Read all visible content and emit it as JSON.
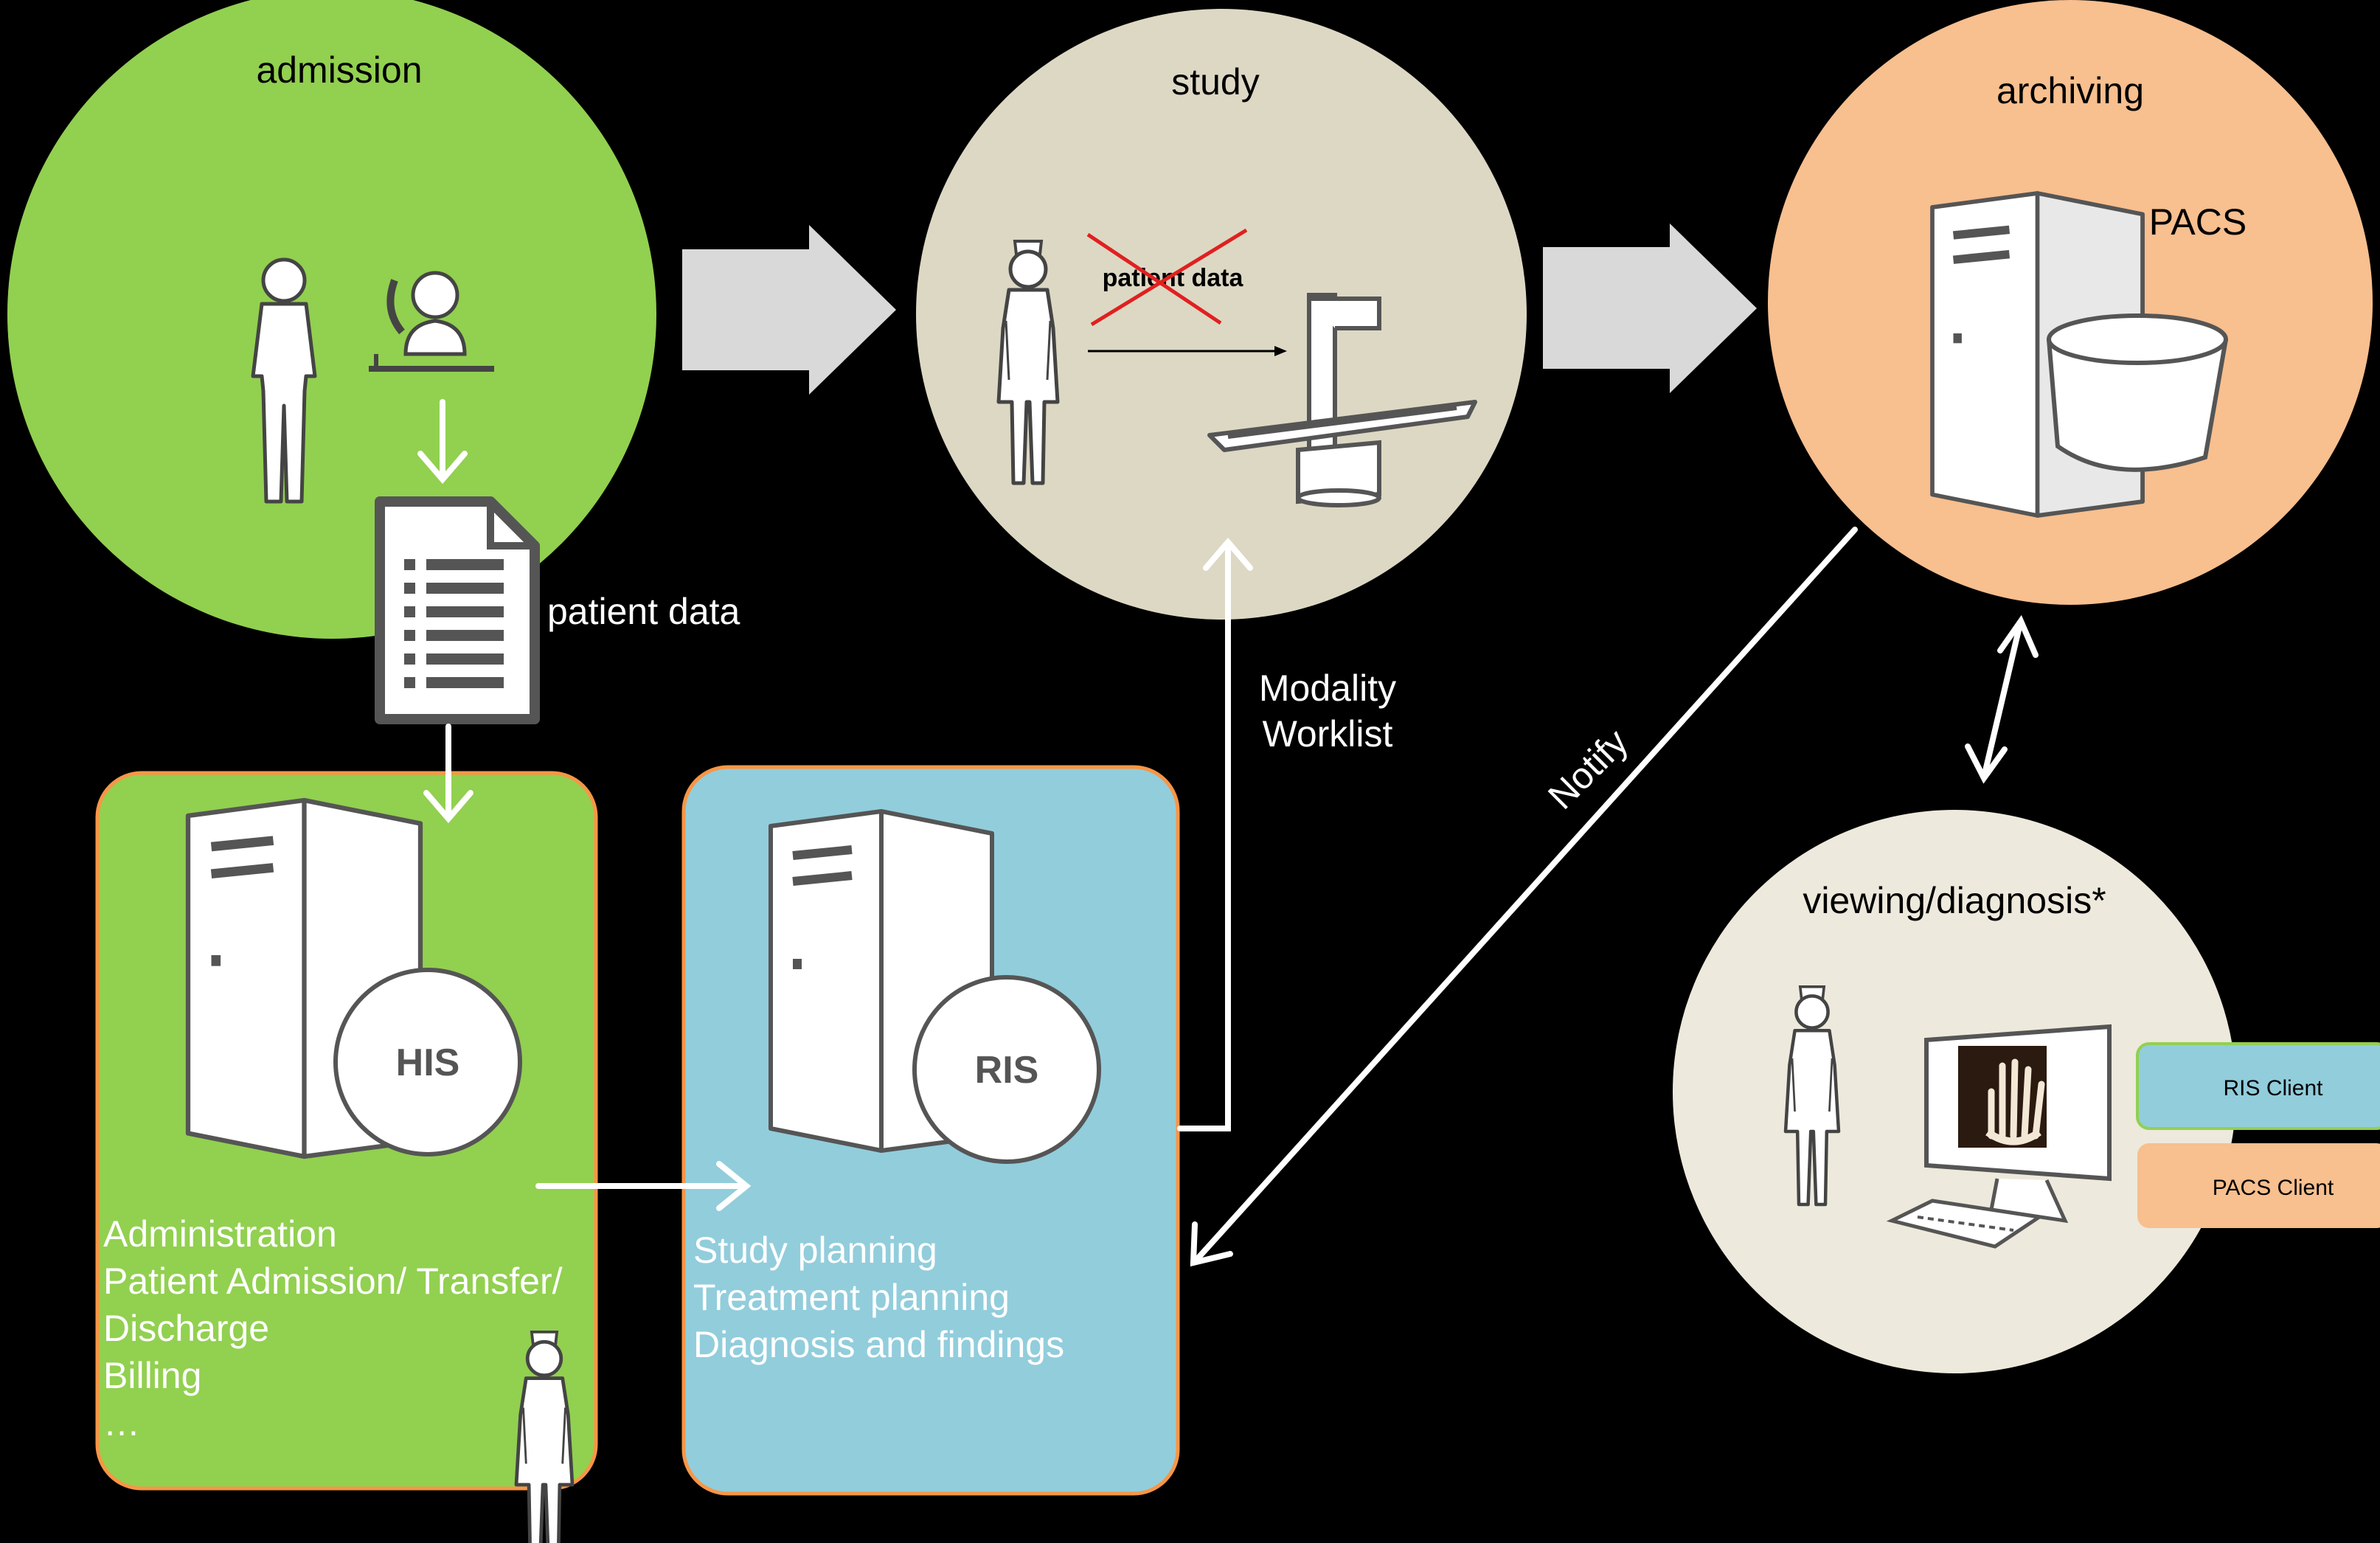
{
  "nodes": {
    "admission": {
      "label": "admission",
      "color": "#92d050"
    },
    "study": {
      "label": "study",
      "color": "#ddd8c4",
      "crossed_label": "patient data"
    },
    "archiving": {
      "label": "archiving",
      "color": "#f8bf8f",
      "server_label": "PACS"
    },
    "viewing": {
      "label": "viewing/diagnosis*",
      "color": "#ede9dc"
    }
  },
  "patient_data_label": "patient data",
  "his": {
    "badge": "HIS",
    "color": "#92d050",
    "lines": [
      "Administration",
      "Patient Admission/ Transfer/",
      "Discharge",
      "Billing",
      "…"
    ]
  },
  "ris": {
    "badge": "RIS",
    "color": "#92cddc",
    "lines": [
      "Study planning",
      "Treatment planning",
      "Diagnosis and findings"
    ]
  },
  "modality_worklist": [
    "Modality",
    "Worklist"
  ],
  "notify_label": "Notify",
  "clients": {
    "ris_client": {
      "label": "RIS Client",
      "color": "#92cddc"
    },
    "pacs_client": {
      "label": "PACS Client",
      "color": "#f8bf8f"
    }
  },
  "icons": [
    "person-icon",
    "receptionist-icon",
    "document-icon",
    "server-icon",
    "nurse-icon",
    "xray-machine-icon",
    "database-icon",
    "monitor-icon",
    "keyboard-icon",
    "hand-xray-icon"
  ]
}
